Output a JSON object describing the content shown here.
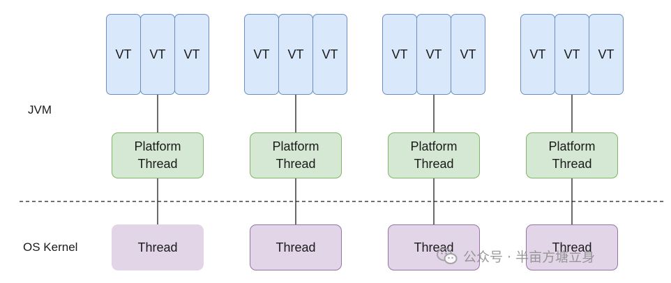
{
  "layers": {
    "jvm_label": "JVM",
    "os_label": "OS Kernel"
  },
  "columns": [
    {
      "virtual_threads": [
        "VT",
        "VT",
        "VT"
      ],
      "platform_thread": "Platform Thread",
      "os_thread": "Thread",
      "os_thread_border": false
    },
    {
      "virtual_threads": [
        "VT",
        "VT",
        "VT"
      ],
      "platform_thread": "Platform Thread",
      "os_thread": "Thread",
      "os_thread_border": true
    },
    {
      "virtual_threads": [
        "VT",
        "VT",
        "VT"
      ],
      "platform_thread": "Platform Thread",
      "os_thread": "Thread",
      "os_thread_border": true
    },
    {
      "virtual_threads": [
        "VT",
        "VT",
        "VT"
      ],
      "platform_thread": "Platform Thread",
      "os_thread": "Thread",
      "os_thread_border": true
    }
  ],
  "colors": {
    "vt_fill": "#dae8fc",
    "vt_stroke": "#6c8ebf",
    "platform_fill": "#d5e8d4",
    "platform_stroke": "#82b366",
    "os_fill": "#e1d5e7",
    "os_stroke": "#9673a6",
    "connector": "#1a1a1a"
  },
  "watermark": {
    "icon": "wechat-icon",
    "text": "公众号 · 半亩方塘立身"
  }
}
